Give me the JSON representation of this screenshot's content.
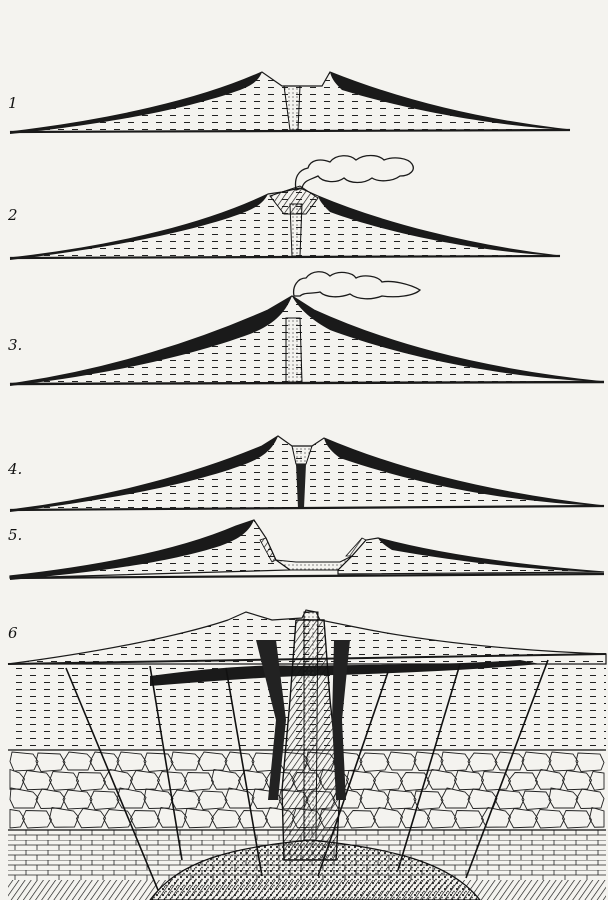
{
  "figure": {
    "background": "#f4f3ef",
    "ink": "#1a1a1a",
    "stages": [
      {
        "label": "1",
        "smoke": false,
        "form": "cone-with-central-vent"
      },
      {
        "label": "2",
        "smoke": true,
        "form": "growing-cone-erupting"
      },
      {
        "label": "3.",
        "smoke": true,
        "form": "tall-stratovolcano-erupting"
      },
      {
        "label": "4.",
        "smoke": false,
        "form": "summit-crater"
      },
      {
        "label": "5.",
        "smoke": false,
        "form": "caldera"
      },
      {
        "label": "6",
        "smoke": false,
        "form": "cross-section-with-feeder-dikes"
      }
    ]
  }
}
